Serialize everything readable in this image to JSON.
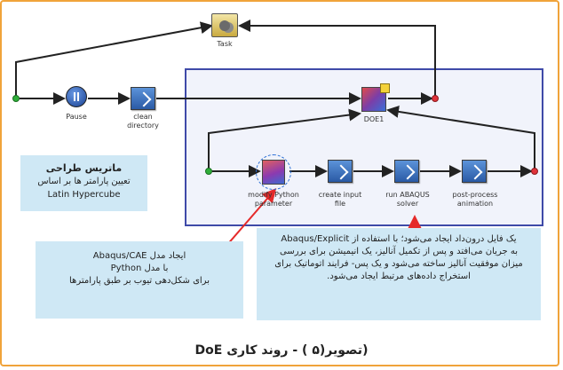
{
  "colors": {
    "frame": "#f0a33a",
    "doe_box": "#3f4aa8",
    "info_bg": "#cfe8f5",
    "arrow": "#e52a2a",
    "start": "#2fae3a",
    "end": "#e0323a"
  },
  "nodes": {
    "task": "Task",
    "pause": "Pause",
    "clean": "clean\ndirectory",
    "doe": "DOE1",
    "python": "modify Python\nparameter",
    "create_input": "create input\nfile",
    "run_abaqus": "run ABAQUS\nsolver",
    "post_process": "post-process\nanimation"
  },
  "icons": [
    "task-icon",
    "pause-icon",
    "script-icon",
    "doe-icon",
    "python-icon"
  ],
  "box_matrix": {
    "title": "ماتریس طراحی",
    "line1": "تعیین پارامتر ها بر اساس",
    "line2": "Latin Hypercube"
  },
  "box_python": {
    "line1": "ایجاد مدل Abaqus/CAE",
    "line2": "با مدل Python",
    "line3": "برای شکل‌دهی تیوب بر طبق پارامترها"
  },
  "box_explicit": {
    "line1": "یک فایل درون‌داد ایجاد می‌شود؛ با استفاده از Abaqus/Explicit",
    "line2": "به جریان می‌افتد و پس از تکمیل آنالیز، یک انیمیشن برای بررسی",
    "line3": "میزان موفقیت آنالیز ساخته می‌شود و یک پس- فرایند اتوماتیک برای",
    "line4": "استخراج داده‌های مرتبط ایجاد می‌شود."
  },
  "caption": "(تصویر(۵ ) - روند کاری DoE"
}
